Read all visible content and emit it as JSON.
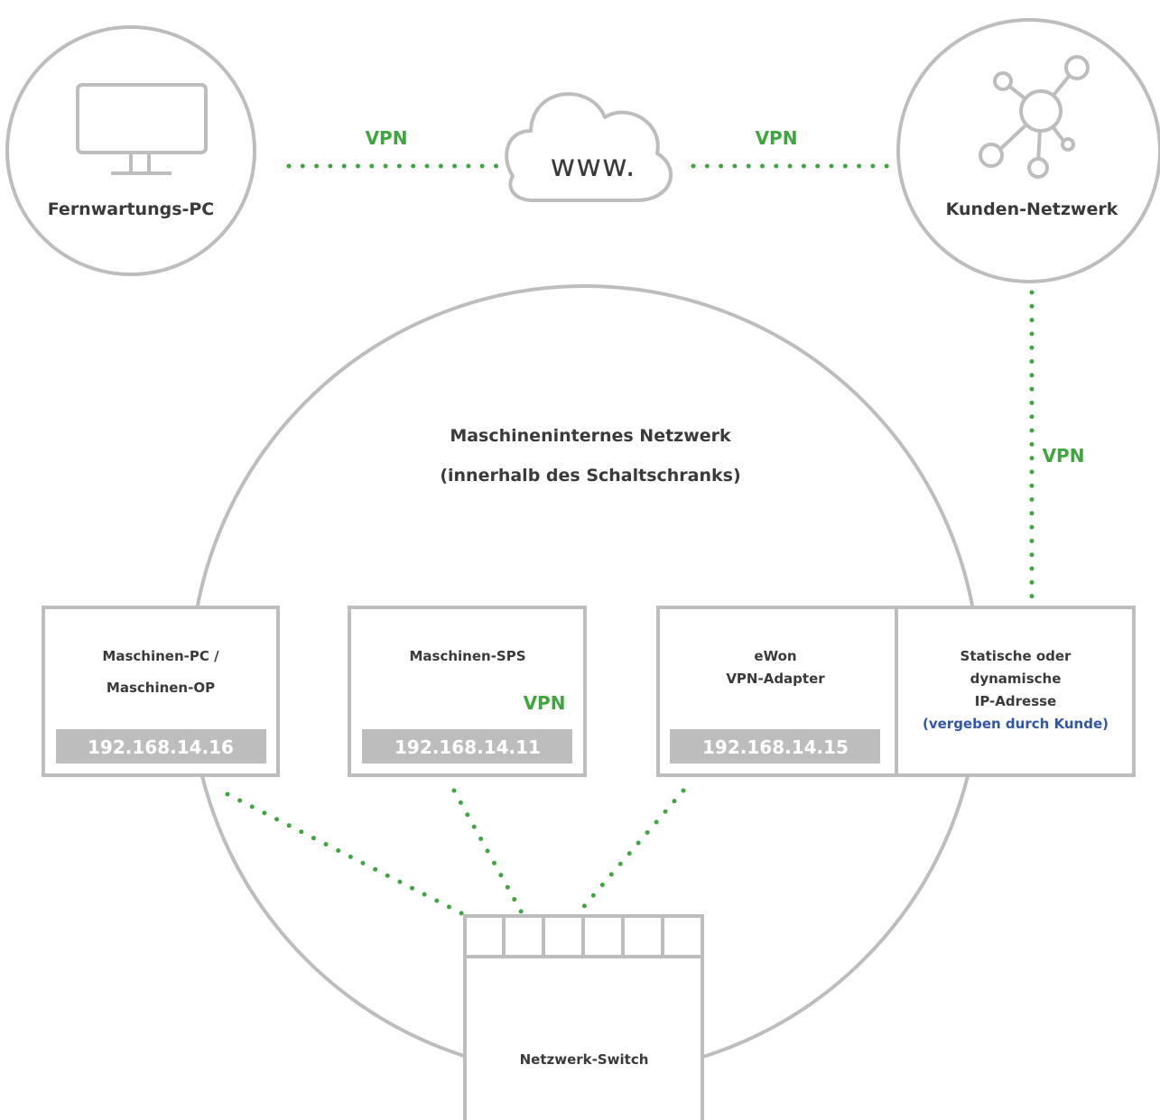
{
  "nodes": {
    "remote_pc": {
      "label": "Fernwartungs-PC",
      "icon": "monitor-icon"
    },
    "internet": {
      "label": "www.",
      "icon": "cloud-icon"
    },
    "customer_network": {
      "label": "Kunden-Netzwerk",
      "icon": "network-hub-icon"
    },
    "machine_network": {
      "title_line1": "Maschineninternes Netzwerk",
      "title_line2": "(innerhalb des Schaltschranks)"
    },
    "machine_pc": {
      "label_line1": "Maschinen-PC /",
      "label_line2": "Maschinen-OP",
      "ip": "192.168.14.16"
    },
    "machine_sps": {
      "label": "Maschinen-SPS",
      "ip": "192.168.14.11"
    },
    "ewon": {
      "label_line1": "eWon",
      "label_line2": "VPN-Adapter",
      "ip": "192.168.14.15"
    },
    "ip_address": {
      "line1": "Statische oder",
      "line2": "dynamische",
      "line3": "IP-Adresse",
      "note": "(vergeben durch Kunde)"
    },
    "switch": {
      "label": "Netzwerk-Switch",
      "icon": "switch-ports-icon"
    }
  },
  "connections": {
    "vpn_left": "VPN",
    "vpn_right": "VPN",
    "vpn_vertical": "VPN",
    "vpn_switch": "VPN"
  },
  "colors": {
    "vpn_green": "#3fa53f",
    "outline_gray": "#bdbdbd",
    "ip_bar_gray": "#bdbdbd",
    "note_blue": "#2f56a8",
    "text_dark": "#3a3a3a"
  }
}
